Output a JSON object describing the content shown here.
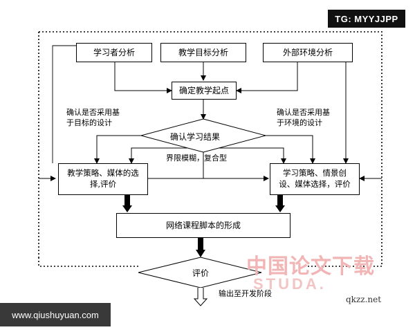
{
  "watermark_badge": "TG: MYYJJPP",
  "boxes": {
    "learner": "学习者分析",
    "teaching_goal": "教学目标分析",
    "external_env": "外部环境分析",
    "starting_point": "确定教学起点",
    "left_strategy": "教学策略、媒体的选\n择,评价",
    "right_strategy": "学习策略、情景创\n设、媒体选择，评价",
    "script_formation": "网络课程脚本的形成"
  },
  "diamonds": {
    "confirm_result": "确认学习结果",
    "evaluate": "评价"
  },
  "notes": {
    "left_condition": "确认是否采用基\n于目标的设计",
    "right_condition": "确认是否采用基\n于环境的设计",
    "boundary": "界限模糊，复合型",
    "output": "输出至开发阶段"
  },
  "watermark": {
    "cn": "中国论文下载",
    "en": "STUDA.",
    "site": "qkzz.net"
  },
  "footer_url": "www.qiushuyuan.com"
}
